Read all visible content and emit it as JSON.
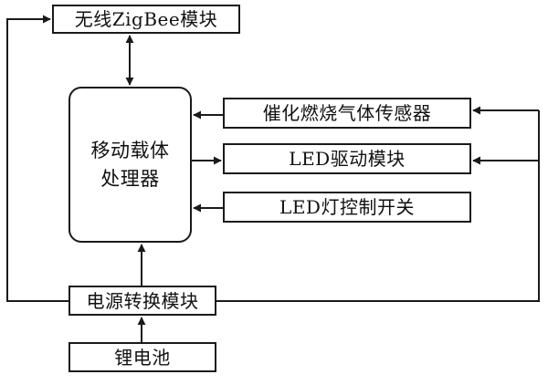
{
  "nodes": {
    "zigbee": {
      "label": "无线ZigBee模块"
    },
    "processor": {
      "line1": "移动载体",
      "line2": "处理器"
    },
    "gas_sensor": {
      "label": "催化燃烧气体传感器"
    },
    "led_driver": {
      "label": "LED驱动模块"
    },
    "led_switch": {
      "label": "LED灯控制开关"
    },
    "power": {
      "label": "电源转换模块"
    },
    "battery": {
      "label": "锂电池"
    }
  },
  "edges": [
    {
      "from": "zigbee",
      "to": "processor",
      "direction": "bidirectional"
    },
    {
      "from": "gas_sensor",
      "to": "processor",
      "direction": "forward"
    },
    {
      "from": "processor",
      "to": "led_driver",
      "direction": "forward"
    },
    {
      "from": "led_switch",
      "to": "processor",
      "direction": "forward"
    },
    {
      "from": "power",
      "to": "processor",
      "direction": "forward"
    },
    {
      "from": "battery",
      "to": "power",
      "direction": "forward"
    },
    {
      "from": "power",
      "to": "zigbee",
      "direction": "forward"
    },
    {
      "from": "power",
      "to": "gas_sensor",
      "direction": "forward"
    },
    {
      "from": "power",
      "to": "led_driver",
      "direction": "forward"
    }
  ],
  "colors": {
    "stroke": "#1a1a1a",
    "background": "#ffffff"
  }
}
